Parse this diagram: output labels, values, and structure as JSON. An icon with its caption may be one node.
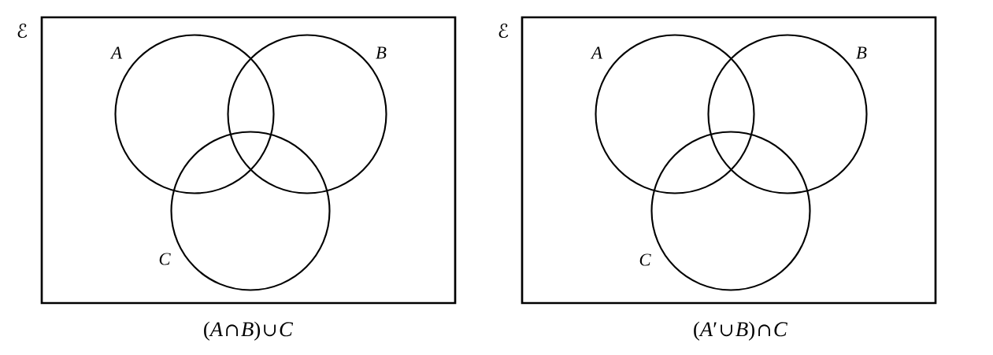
{
  "diagram": {
    "nodes": [
      {
        "text": [
          "ℰ"
        ],
        "beside": [
          "(*A*∩*B*)∪*C*"
        ]
      },
      {
        "text": [
          "A"
        ],
        "in": 0
      },
      {
        "text": [
          "B"
        ],
        "in": 0
      },
      {
        "text": [
          "C"
        ],
        "in": 0
      },
      {
        "text": [
          "ℰ"
        ],
        "beside": [
          "(*A*′∪*B*)∩*C*"
        ]
      },
      {
        "text": [
          "A"
        ],
        "in": 4
      },
      {
        "text": [
          "B"
        ],
        "in": 4
      },
      {
        "text": [
          "C"
        ],
        "in": 4
      }
    ]
  }
}
